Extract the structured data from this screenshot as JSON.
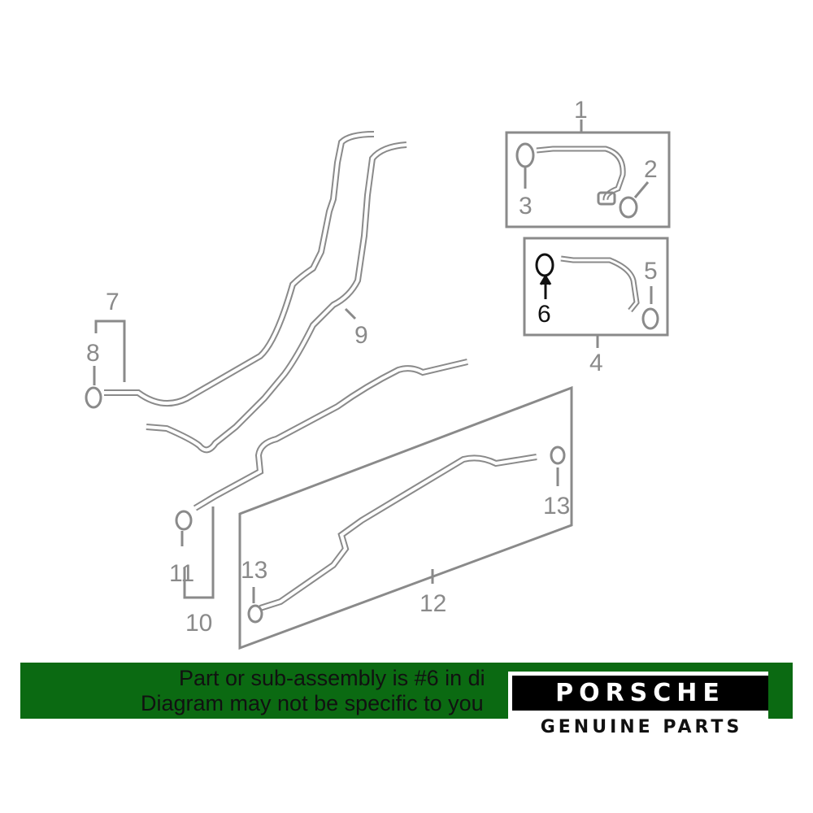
{
  "callouts": {
    "c1": "1",
    "c2": "2",
    "c3": "3",
    "c4": "4",
    "c5": "5",
    "c6": "6",
    "c7": "7",
    "c8": "8",
    "c9": "9",
    "c10": "10",
    "c11": "11",
    "c12": "12",
    "c13a": "13",
    "c13b": "13"
  },
  "banner": {
    "line1": "Part or sub-assembly is #6 in di",
    "line2": "Diagram may not be specific to you"
  },
  "logo": {
    "wordmark": "PORSCHE",
    "tagline": "GENUINE PARTS"
  },
  "colors": {
    "line": "#8a8a8a",
    "highlight": "#111111",
    "banner": "#0b6a12"
  }
}
